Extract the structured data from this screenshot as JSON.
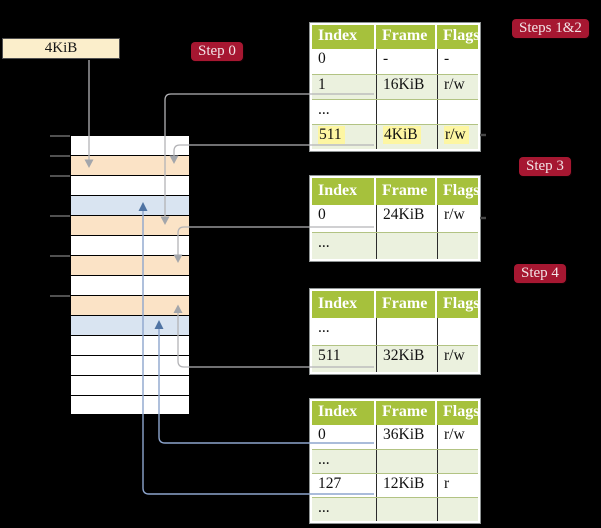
{
  "colors": {
    "background": "#000000",
    "olive_header": "#a6c13c",
    "row_green": "#ebf1de",
    "row_white": "#ffffff",
    "peach": "#fbe3c6",
    "blue": "#d9e4f1",
    "cream": "#fbeecb",
    "highlight_yellow": "#fdf6a2",
    "badge_red": "#a61731",
    "badge_text": "#f2e4e7",
    "gray_line": "#b3b3b6",
    "gray_arrow": "#a3a6ab",
    "blue_line": "#8da5cd",
    "blue_arrow": "#4f73a3"
  },
  "page_size_box": {
    "label": "4KiB"
  },
  "badges": {
    "step0": "Step 0",
    "steps12": "Steps 1&2",
    "step3": "Step 3",
    "step4": "Step 4"
  },
  "tables": {
    "table1": {
      "headers": [
        "Index",
        "Frame",
        "Flags"
      ],
      "rows": [
        {
          "index": "0",
          "frame": "-",
          "flags": "-"
        },
        {
          "index": "1",
          "frame": "16KiB",
          "flags": "r/w"
        },
        {
          "index": "...",
          "frame": "",
          "flags": ""
        },
        {
          "index": "511",
          "frame": "4KiB",
          "flags": "r/w"
        }
      ]
    },
    "table2": {
      "headers": [
        "Index",
        "Frame",
        "Flags"
      ],
      "rows": [
        {
          "index": "0",
          "frame": "24KiB",
          "flags": "r/w"
        },
        {
          "index": "...",
          "frame": "",
          "flags": ""
        }
      ]
    },
    "table3": {
      "headers": [
        "Index",
        "Frame",
        "Flags"
      ],
      "rows": [
        {
          "index": "...",
          "frame": "",
          "flags": ""
        },
        {
          "index": "511",
          "frame": "32KiB",
          "flags": "r/w"
        }
      ]
    },
    "table4": {
      "headers": [
        "Index",
        "Frame",
        "Flags"
      ],
      "rows": [
        {
          "index": "0",
          "frame": "36KiB",
          "flags": "r/w"
        },
        {
          "index": "...",
          "frame": "",
          "flags": ""
        },
        {
          "index": "127",
          "frame": "12KiB",
          "flags": "r"
        },
        {
          "index": "...",
          "frame": "",
          "flags": ""
        }
      ]
    }
  },
  "memory_column": {
    "rows": [
      "white",
      "peach",
      "white",
      "blue",
      "peach",
      "white",
      "peach",
      "white",
      "peach",
      "blue",
      "white",
      "white",
      "white",
      "white"
    ]
  }
}
